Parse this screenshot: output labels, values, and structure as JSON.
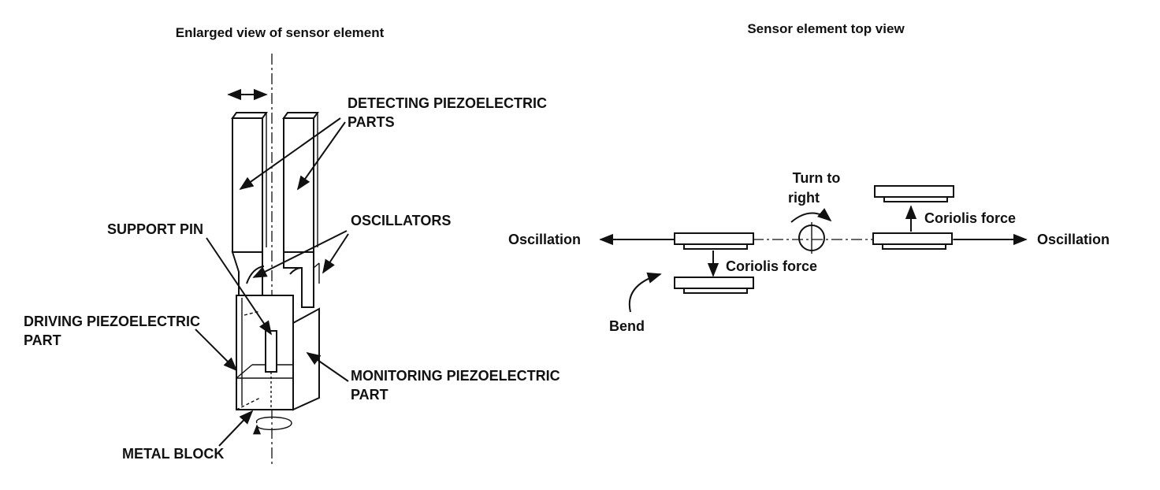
{
  "left": {
    "title": "Enlarged view of sensor element",
    "labels": {
      "detecting_1": "DETECTING PIEZOELECTRIC",
      "detecting_2": "PARTS",
      "support_pin": "SUPPORT PIN",
      "oscillators": "OSCILLATORS",
      "driving_1": "DRIVING PIEZOELECTRIC",
      "driving_2": "PART",
      "monitoring_1": "MONITORING PIEZOELECTRIC",
      "monitoring_2": "PART",
      "metal_block": "METAL BLOCK"
    }
  },
  "right": {
    "title": "Sensor element top view",
    "labels": {
      "turn_1": "Turn to",
      "turn_2": "right",
      "oscillation_left": "Oscillation",
      "oscillation_right": "Oscillation",
      "coriolis_left": "Coriolis force",
      "coriolis_right": "Coriolis force",
      "bend": "Bend"
    }
  }
}
